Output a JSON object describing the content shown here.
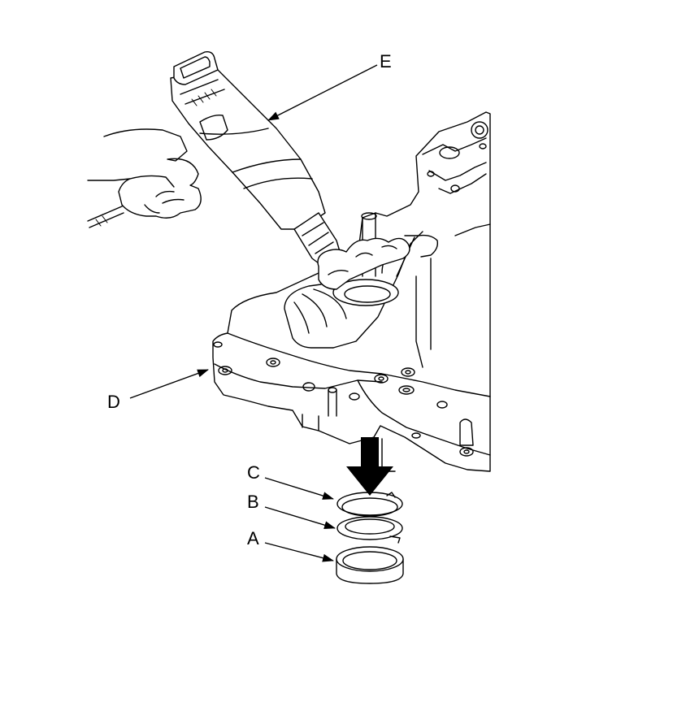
{
  "callouts": {
    "a": "A",
    "b": "B",
    "c": "C",
    "d": "D",
    "e": "E"
  },
  "colors": {
    "line": "#000000",
    "background": "#ffffff",
    "arrow": "#000000"
  }
}
